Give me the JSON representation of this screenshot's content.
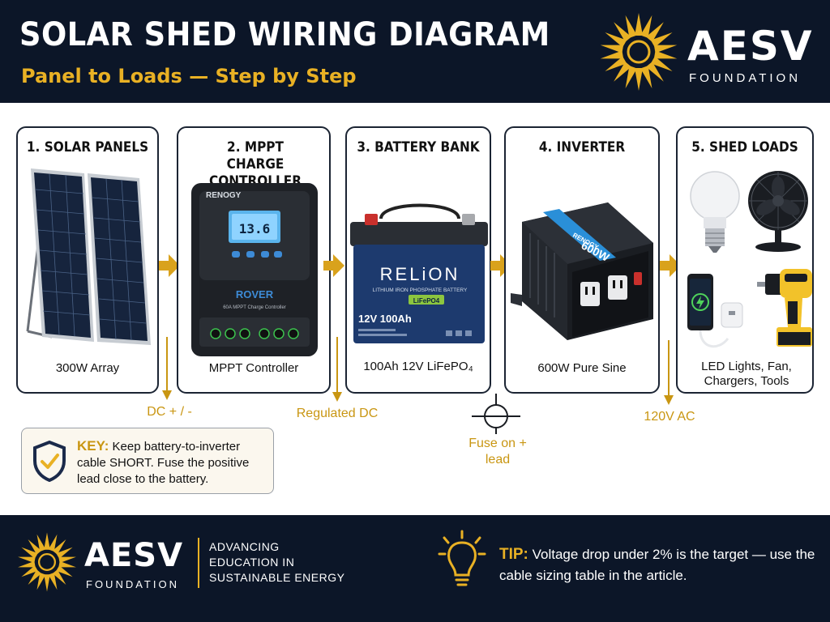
{
  "header": {
    "title": "SOLAR SHED WIRING DIAGRAM",
    "subtitle": "Panel to Loads — Step by Step",
    "brand_name": "AESV",
    "brand_sub": "FOUNDATION"
  },
  "steps": [
    {
      "title": "1. SOLAR PANELS",
      "caption": "300W Array"
    },
    {
      "title": "2. MPPT CHARGE CONTROLLER",
      "caption": "MPPT Controller"
    },
    {
      "title": "3. BATTERY BANK",
      "caption": "100Ah 12V LiFePO₄"
    },
    {
      "title": "4. INVERTER",
      "caption": "600W Pure Sine"
    },
    {
      "title": "5. SHED LOADS",
      "caption": "LED Lights, Fan, Chargers, Tools"
    }
  ],
  "device_labels": {
    "controller_brand": "RENOGY",
    "controller_display": "13.6",
    "controller_model": "ROVER",
    "controller_desc": "60A MPPT Charge Controller",
    "battery_brand": "RELiON",
    "battery_type": "LITHIUM IRON PHOSPHATE BATTERY",
    "battery_chem": "LiFePO4",
    "battery_rating": "12V 100Ah",
    "inverter_brand": "RENOGY",
    "inverter_rating": "600W"
  },
  "flow_labels": {
    "dc": "DC + / -",
    "regulated": "Regulated DC",
    "fuse": "Fuse on + lead",
    "ac": "120V AC"
  },
  "key": {
    "label": "KEY:",
    "text": "Keep battery-to-inverter cable SHORT. Fuse the positive lead close to the battery."
  },
  "footer": {
    "brand_name": "AESV",
    "brand_sub": "FOUNDATION",
    "tagline": [
      "ADVANCING",
      "EDUCATION IN",
      "SUSTAINABLE ENERGY"
    ],
    "tip_label": "TIP:",
    "tip_text": "Voltage drop under 2% is the target — use the cable sizing table in the article."
  },
  "colors": {
    "navy": "#0c1628",
    "gold": "#e9b124",
    "gold_dark": "#c99612",
    "card_border": "#1b2433"
  }
}
